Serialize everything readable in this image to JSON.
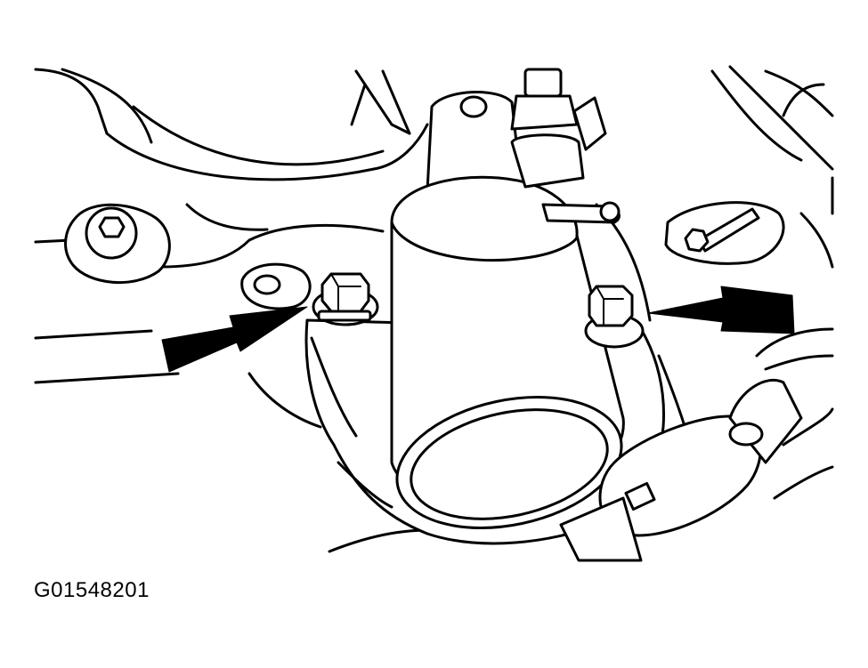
{
  "figure": {
    "id_label": "G01548201",
    "line_color": "#000000",
    "background_color": "#ffffff"
  },
  "callouts": {
    "count": 2,
    "targets": [
      "left-mounting-bolt",
      "right-mounting-bolt"
    ]
  }
}
